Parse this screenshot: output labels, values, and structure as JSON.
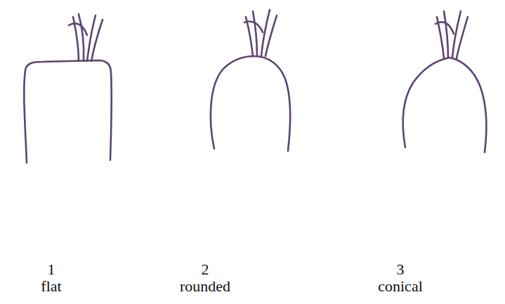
{
  "diagram": {
    "labels": [
      "1",
      "flat",
      "2",
      "rounded",
      "3",
      "conical"
    ]
  }
}
